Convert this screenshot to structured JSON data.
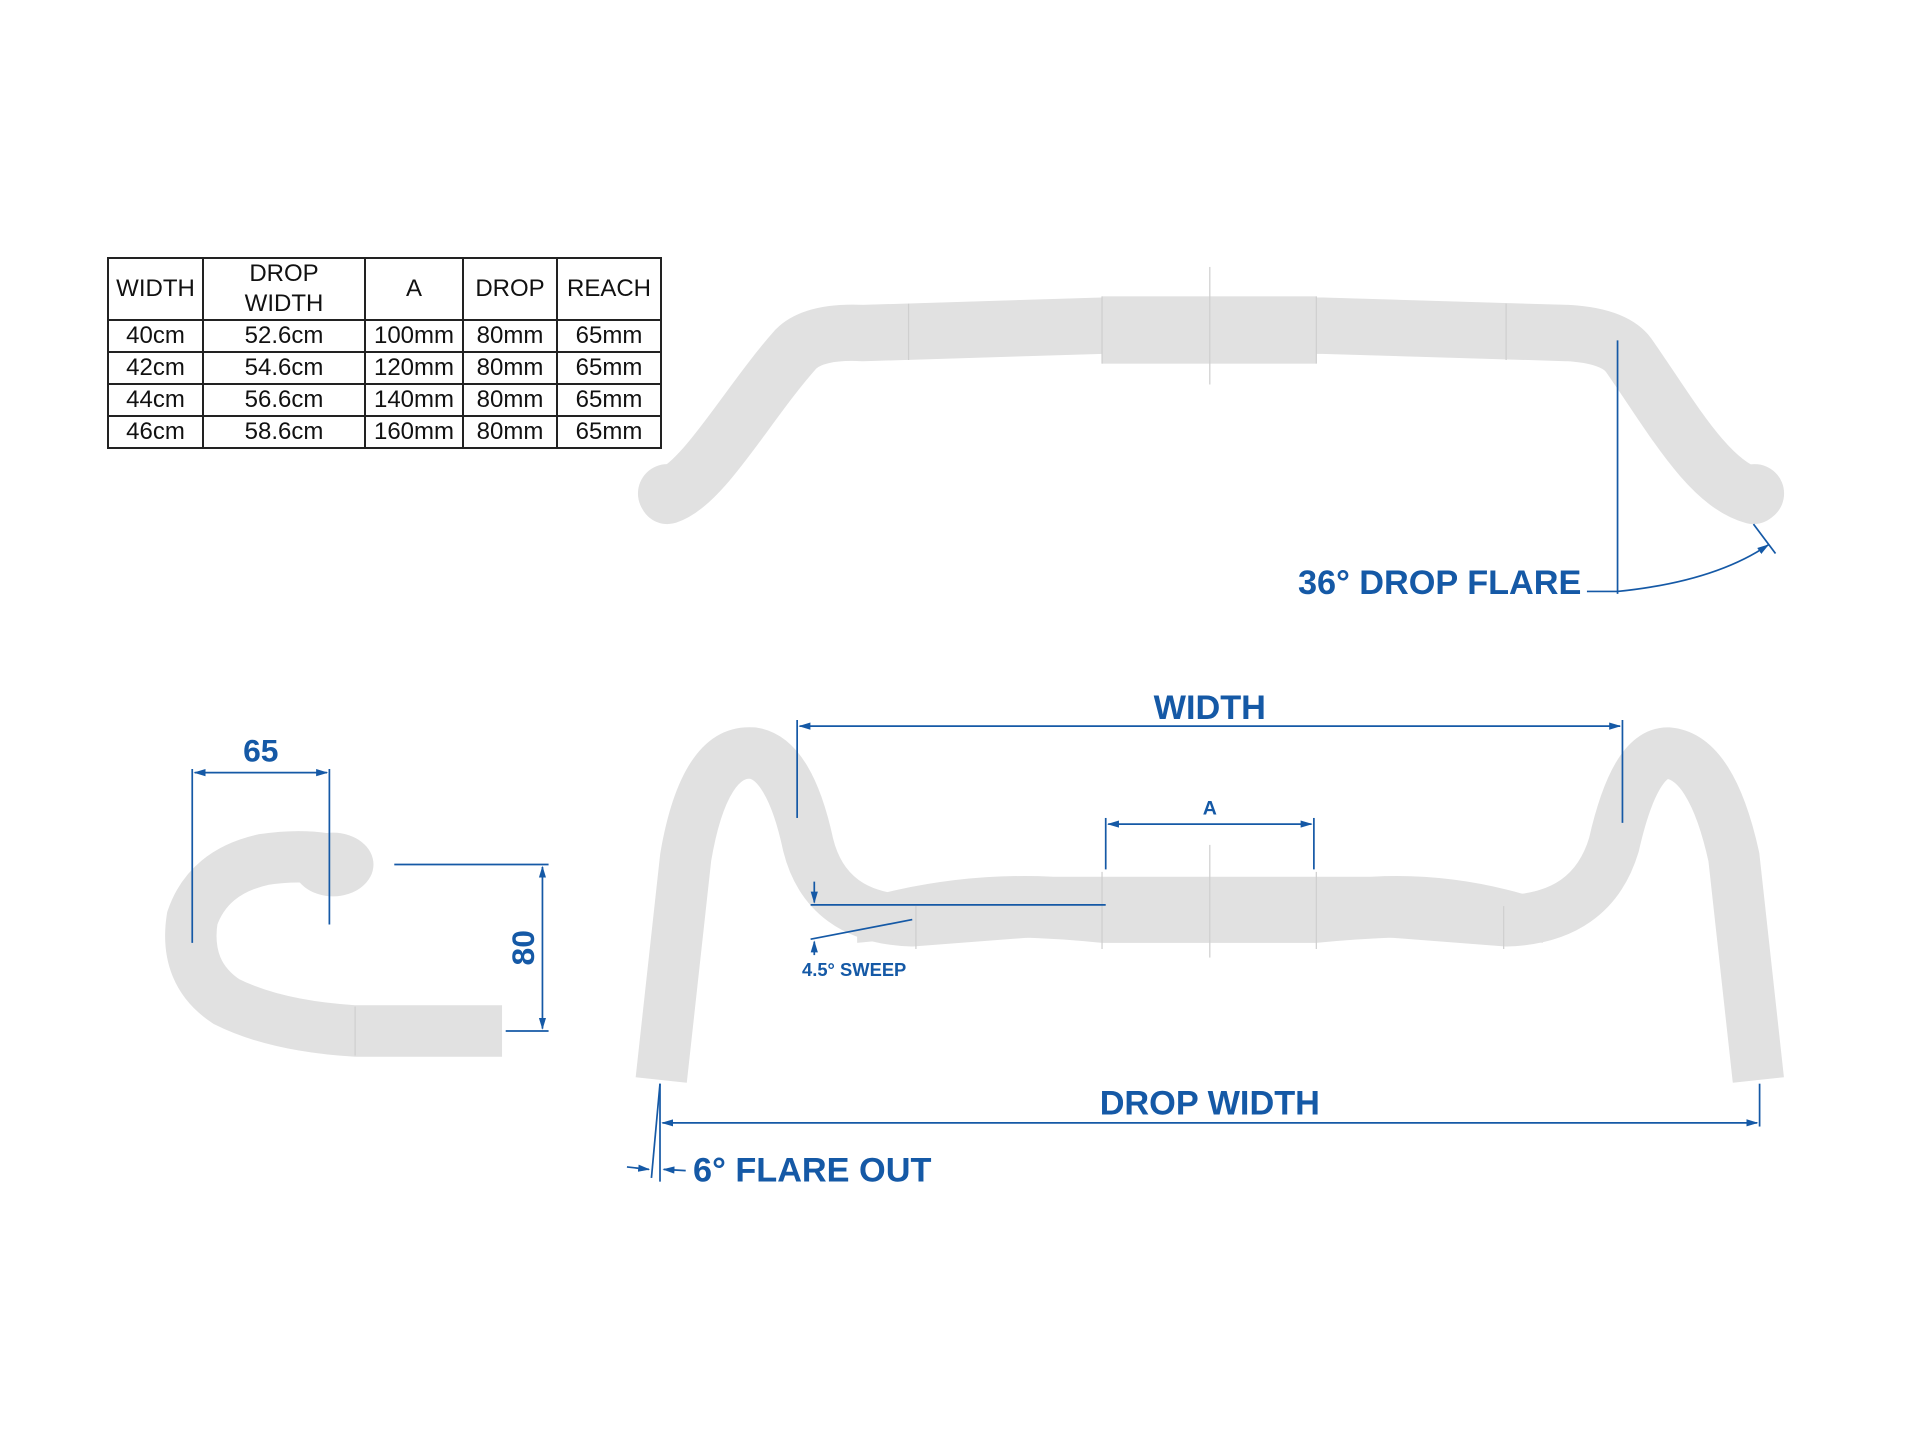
{
  "table": {
    "headers": [
      "WIDTH",
      "DROP WIDTH",
      "A",
      "DROP",
      "REACH"
    ],
    "rows": [
      [
        "40cm",
        "52.6cm",
        "100mm",
        "80mm",
        "65mm"
      ],
      [
        "42cm",
        "54.6cm",
        "120mm",
        "80mm",
        "65mm"
      ],
      [
        "44cm",
        "56.6cm",
        "140mm",
        "80mm",
        "65mm"
      ],
      [
        "46cm",
        "58.6cm",
        "160mm",
        "80mm",
        "65mm"
      ]
    ]
  },
  "labels": {
    "drop_flare": "36° DROP FLARE",
    "width": "WIDTH",
    "a": "A",
    "sweep": "4.5° SWEEP",
    "drop_width": "DROP WIDTH",
    "flare_out": "6° FLARE OUT",
    "reach": "65",
    "drop": "80"
  },
  "colors": {
    "accent": "#1559a6",
    "bar": "#e1e1e1"
  }
}
